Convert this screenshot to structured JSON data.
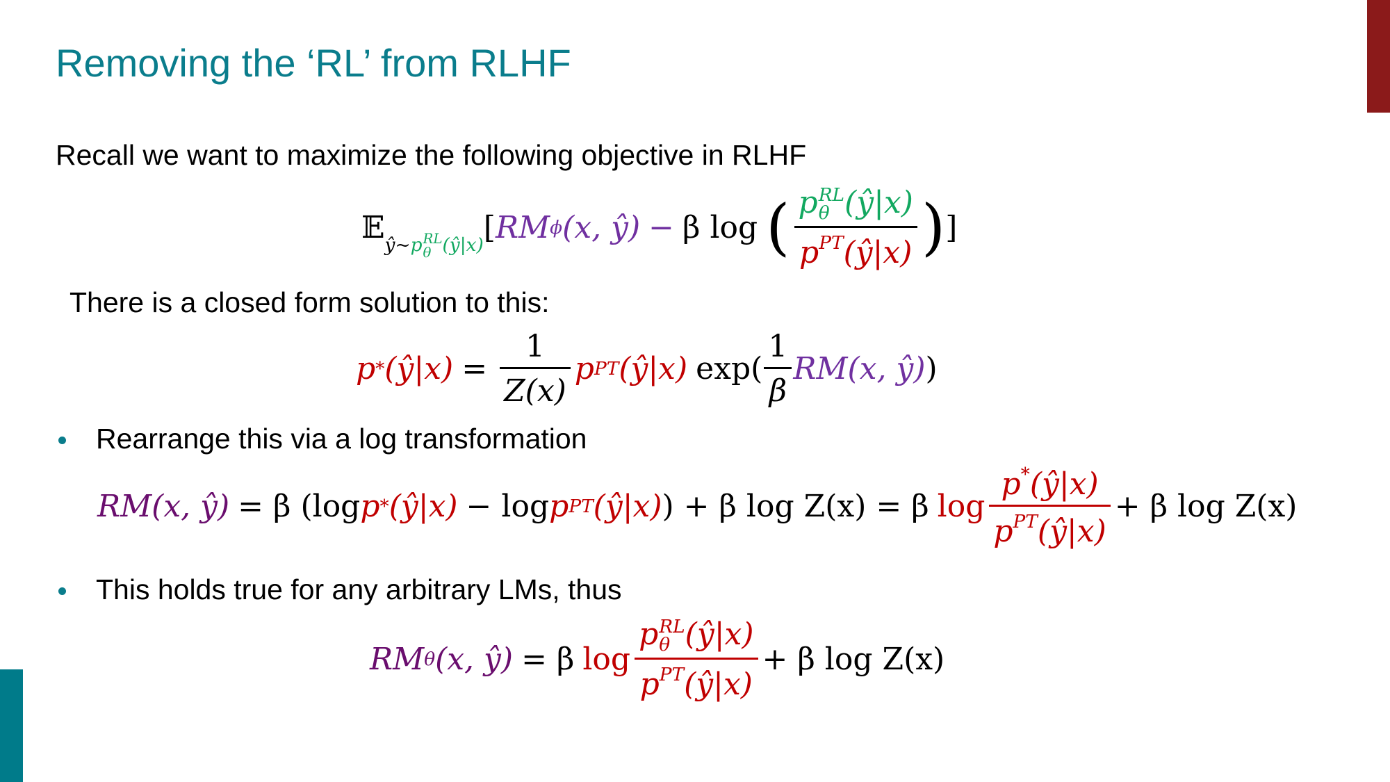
{
  "slide": {
    "title": "Removing the ‘RL’ from RLHF",
    "colors": {
      "title": "#0a7d8c",
      "accent_right": "#8b1a1a",
      "accent_left": "#007b8a",
      "green": "#12a860",
      "red": "#c00000",
      "purple": "#7030a0",
      "dark_purple": "#6a0e6e"
    },
    "intro_text": "Recall we want to maximize the following objective in RLHF",
    "closed_form_text": "There is a closed form solution to this:",
    "bullets": [
      {
        "text": "Rearrange this via a log transformation"
      },
      {
        "text": "This holds true for any arbitrary LMs, thus"
      }
    ],
    "equations": {
      "objective": {
        "E": "𝔼",
        "sub_yhat": "ŷ~",
        "sub_p": "p",
        "sub_sup": "RL",
        "sub_sub": "θ",
        "sub_args": "(ŷ|x)",
        "open_bracket": "[",
        "rm": "RM",
        "rm_sub": "ϕ",
        "rm_args": "(x, ŷ)",
        "minus": "−",
        "beta_log": "β log",
        "num_p": "p",
        "num_sup": "RL",
        "num_sub": "θ",
        "num_args": "(ŷ|x)",
        "den_p": "p",
        "den_sup": "PT",
        "den_args": "(ŷ|x)",
        "lparen": "(",
        "rparen": ")",
        "close_bracket": "]"
      },
      "closed_form": {
        "lhs_p": "p",
        "lhs_sup": "*",
        "lhs_args": "(ŷ|x)",
        "eq": "=",
        "frac_num": "1",
        "frac_den": "Z(x)",
        "p": "p",
        "p_sup": "PT",
        "p_args": "(ŷ|x)",
        "exp": "exp(",
        "b_num": "1",
        "b_den": "β",
        "rm": "RM(x, ŷ)",
        "close": ")"
      },
      "rearranged": {
        "rm": "RM(x, ŷ)",
        "eq1": "= β (log",
        "p1": "p",
        "p1_sup": "*",
        "p1_args": "(ŷ|x)",
        "minus_log": "− log",
        "p2": "p",
        "p2_sup": "PT",
        "p2_args": "(ŷ|x)",
        "p2_close": ")",
        "close_plus": ") + β log Z(x) = β",
        "log_red": "log",
        "num_p": "p",
        "num_sup": "*",
        "num_args": "(ŷ|x)",
        "den_p": "p",
        "den_sup": "PT",
        "den_args": "(ŷ|x)",
        "tail": "+ β log Z(x)"
      },
      "final": {
        "rm": "RM",
        "rm_sub": "θ",
        "rm_args": "(x, ŷ)",
        "eq": "= β",
        "log_red": "log",
        "num_p": "p",
        "num_sup": "RL",
        "num_sub": "θ",
        "num_args": "(ŷ|x)",
        "den_p": "p",
        "den_sup": "PT",
        "den_args": "(ŷ|x)",
        "tail": "+ β log Z(x)"
      }
    }
  }
}
